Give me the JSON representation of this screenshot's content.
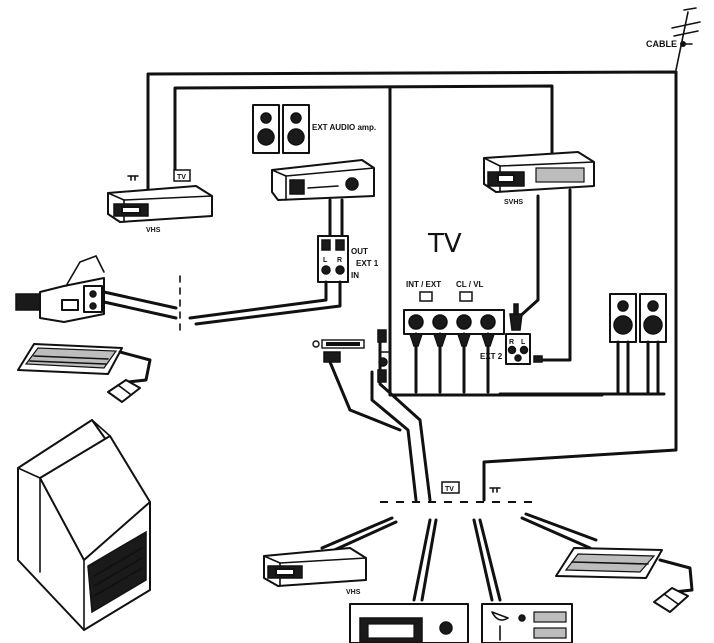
{
  "labels": {
    "cable": "CABLE",
    "ext_audio": "EXT AUDIO amp.",
    "tv_title": "TV",
    "vhs_top": "VHS",
    "svhs": "SVHS",
    "out": "OUT",
    "in": "IN",
    "ext1": "EXT 1",
    "ext2": "EXT 2",
    "int_ext": "INT / EXT",
    "cl_vl": "CL / VL",
    "l": "L",
    "r": "R",
    "vhs_bottom": "VHS",
    "tv_badge_top": "TV",
    "tv_badge_bottom": "TV"
  },
  "icons": [
    "antenna-icon",
    "speaker-pair-icon",
    "amplifier-icon",
    "vcr-icon",
    "svhs-recorder-icon",
    "camcorder-icon",
    "keyboard-icon",
    "mouse-icon",
    "monitor-rear-icon",
    "satellite-receiver-icon",
    "scart-plug-icon"
  ]
}
